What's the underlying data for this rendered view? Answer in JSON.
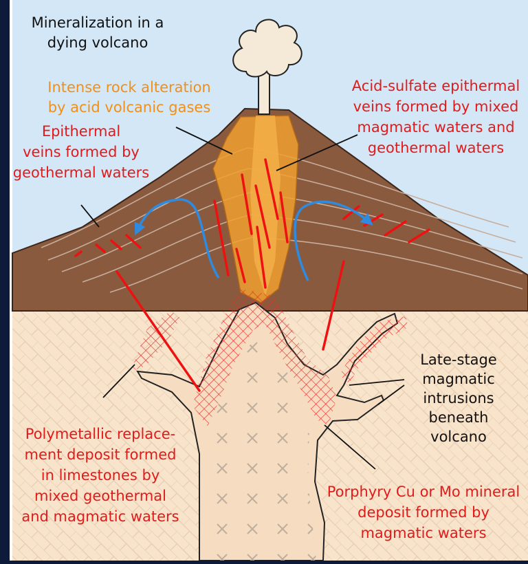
{
  "title_lines": [
    "Mineralization in a",
    "dying volcano"
  ],
  "labels": {
    "alteration": [
      "Intense rock alteration",
      "by acid volcanic gases"
    ],
    "acid_sulfate": [
      "Acid-sulfate epithermal",
      "veins formed by mixed",
      "magmatic waters and",
      "geothermal waters"
    ],
    "epithermal": [
      "Epithermal",
      "veins formed by",
      "geothermal waters"
    ],
    "late_stage": [
      "Late-stage",
      "magmatic",
      "intrusions",
      "beneath",
      "volcano"
    ],
    "polymetallic": [
      "Polymetallic replace-",
      "ment deposit formed",
      "in limestones by",
      "mixed geothermal",
      "and magmatic waters"
    ],
    "porphyry": [
      "Porphyry Cu or Mo mineral",
      "deposit formed by",
      "magmatic waters"
    ]
  },
  "colors": {
    "sky": "#d3e7f6",
    "ground": "#f8e3cb",
    "volcano": "#8a5a3e",
    "alteration": "#f0a030",
    "vein": "#ee1111",
    "flow_arrow": "#2f8be0",
    "intrusion": "#f6dcc0",
    "label_red": "#e31a1a",
    "label_orange": "#f0901a",
    "label_black": "#111111",
    "frame": "#0d1a3a"
  }
}
